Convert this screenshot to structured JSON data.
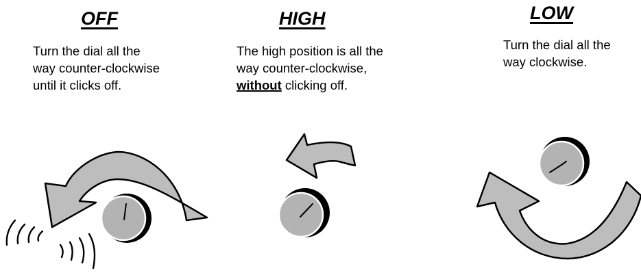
{
  "sections": [
    {
      "title": "OFF",
      "lines": [
        "Turn the dial all the",
        "way counter-clockwise",
        "until it clicks off."
      ]
    },
    {
      "title": "HIGH",
      "lines": [
        "The high position is all the",
        "way counter-clockwise,"
      ],
      "emphasis": "without",
      "tail": " clicking off."
    },
    {
      "title": "LOW",
      "lines": [
        "Turn the dial all the",
        "way clockwise."
      ]
    }
  ],
  "colors": {
    "arrow_fill": "#bdbdbd",
    "dial_face": "#b3b3b3",
    "dial_body": "#000000",
    "outline": "#000000"
  }
}
